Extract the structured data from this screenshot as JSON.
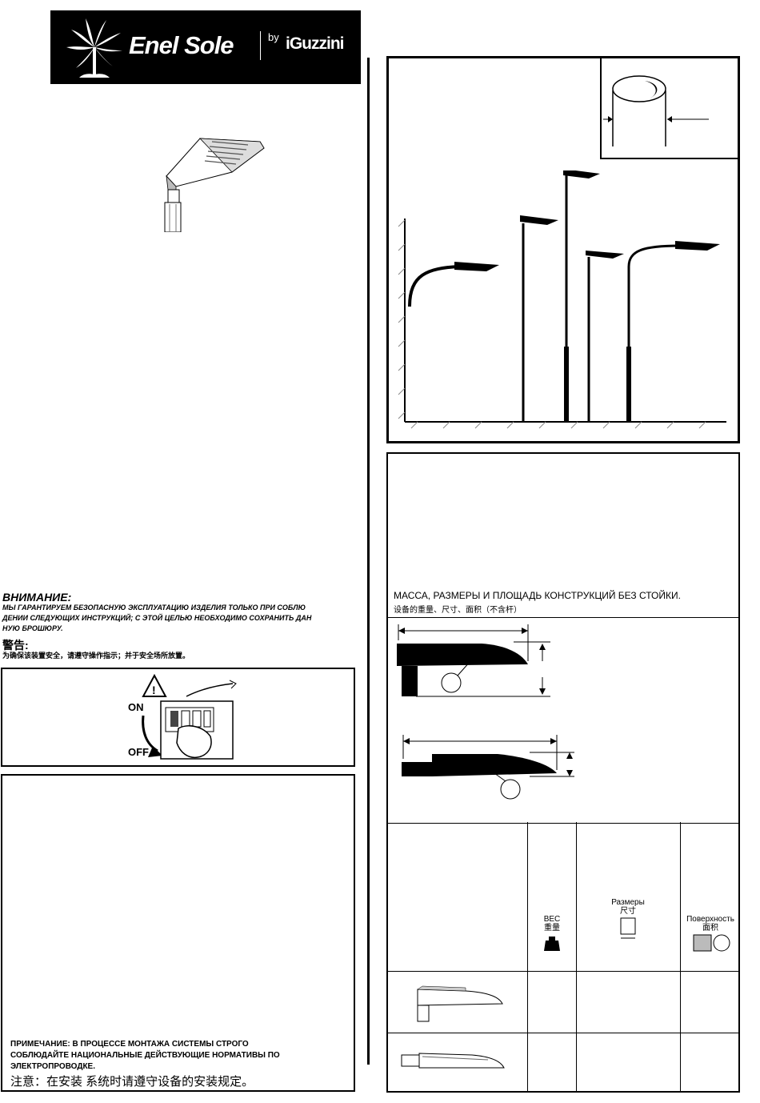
{
  "header": {
    "brand": "Enel Sole",
    "by": "by",
    "partner": "iGuzzini"
  },
  "warning": {
    "title": "ВНИМАНИЕ:",
    "lines": [
      "МЫ ГАРАНТИРУЕМ БЕЗОПАСНУЮ ЭКСПЛУАТАЦИЮ ИЗДЕЛИЯ ТОЛЬКО ПРИ СОБЛЮ",
      "ДЕНИИ СЛЕДУЮЩИХ ИНСТРУКЦИЙ; С ЭТОЙ ЦЕЛЬЮ НЕОБХОДИМО СОХРАНИТЬ ДАН",
      "НУЮ БРОШЮРУ."
    ],
    "cn_title": "警告:",
    "cn_body": "为确保该装置安全，请遵守操作指示；并于安全场所放置。"
  },
  "switch": {
    "on": "ON",
    "off": "OFF"
  },
  "note": {
    "ru_lines": [
      "ПРИМЕЧАНИЕ: В ПРОЦЕССЕ МОНТАЖА СИСТЕМЫ СТРОГО",
      "СОБЛЮДАЙТЕ НАЦИОНАЛЬНЫЕ ДЕЙСТВУЮЩИЕ  НОРМАТИВЫ ПО",
      "ЭЛЕКТРОПРОВОДКЕ."
    ],
    "cn": "注意：在安装 系统时请遵守设备的安装规定。"
  },
  "specs": {
    "title": "МАССА, РАЗМЕРЫ И ПЛОЩАДЬ КОНСТРУКЦИЙ БЕЗ СТОЙКИ.",
    "subtitle": "设备的重量、尺寸、面积（不含杆）",
    "col_weight": "ВЕС",
    "col_weight_cn": "重量",
    "col_size": "Размеры",
    "col_size_cn": "尺寸",
    "col_area": "Поверхность",
    "col_area_cn": "面积"
  }
}
